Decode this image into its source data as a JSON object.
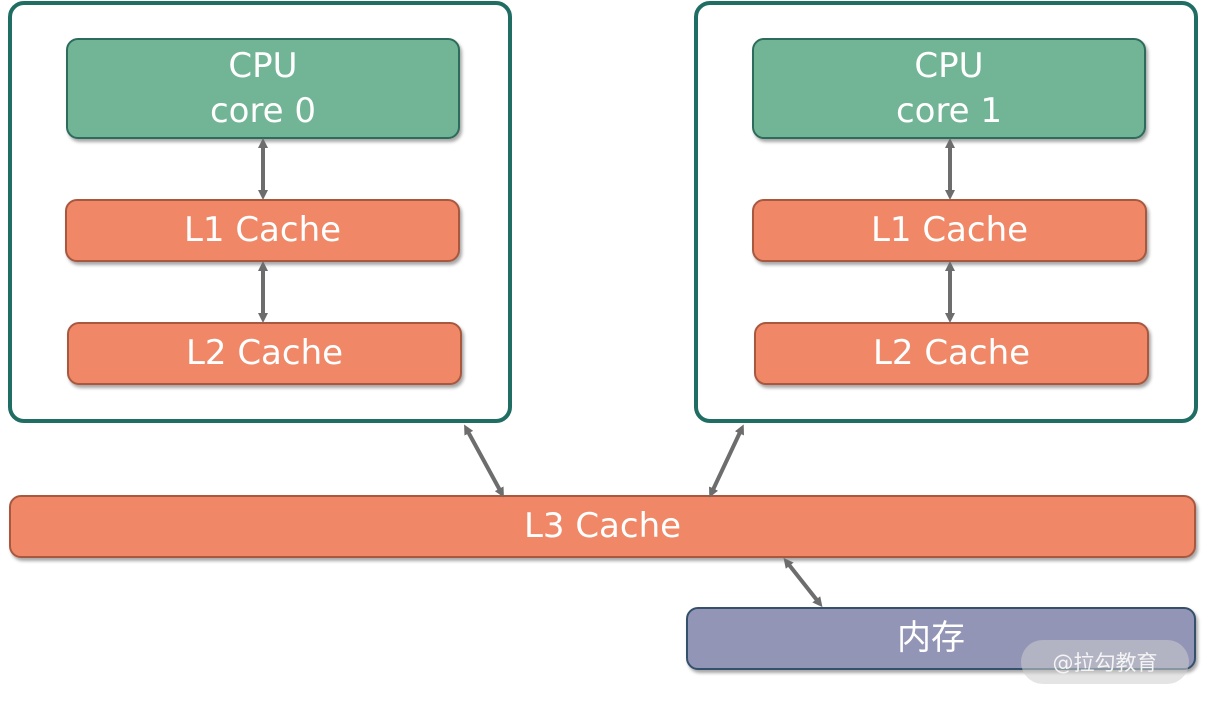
{
  "colors": {
    "frame": "#1f6d63",
    "cpu": "#72b596",
    "cache": "#f08867",
    "memory": "#9395b6",
    "arrow": "#6d6d6d"
  },
  "cores": [
    {
      "cpu_line1": "CPU",
      "cpu_line2": "core 0",
      "l1": "L1 Cache",
      "l2": "L2 Cache"
    },
    {
      "cpu_line1": "CPU",
      "cpu_line2": "core 1",
      "l1": "L1 Cache",
      "l2": "L2 Cache"
    }
  ],
  "l3": "L3 Cache",
  "memory": "内存",
  "watermark": "@拉勾教育"
}
